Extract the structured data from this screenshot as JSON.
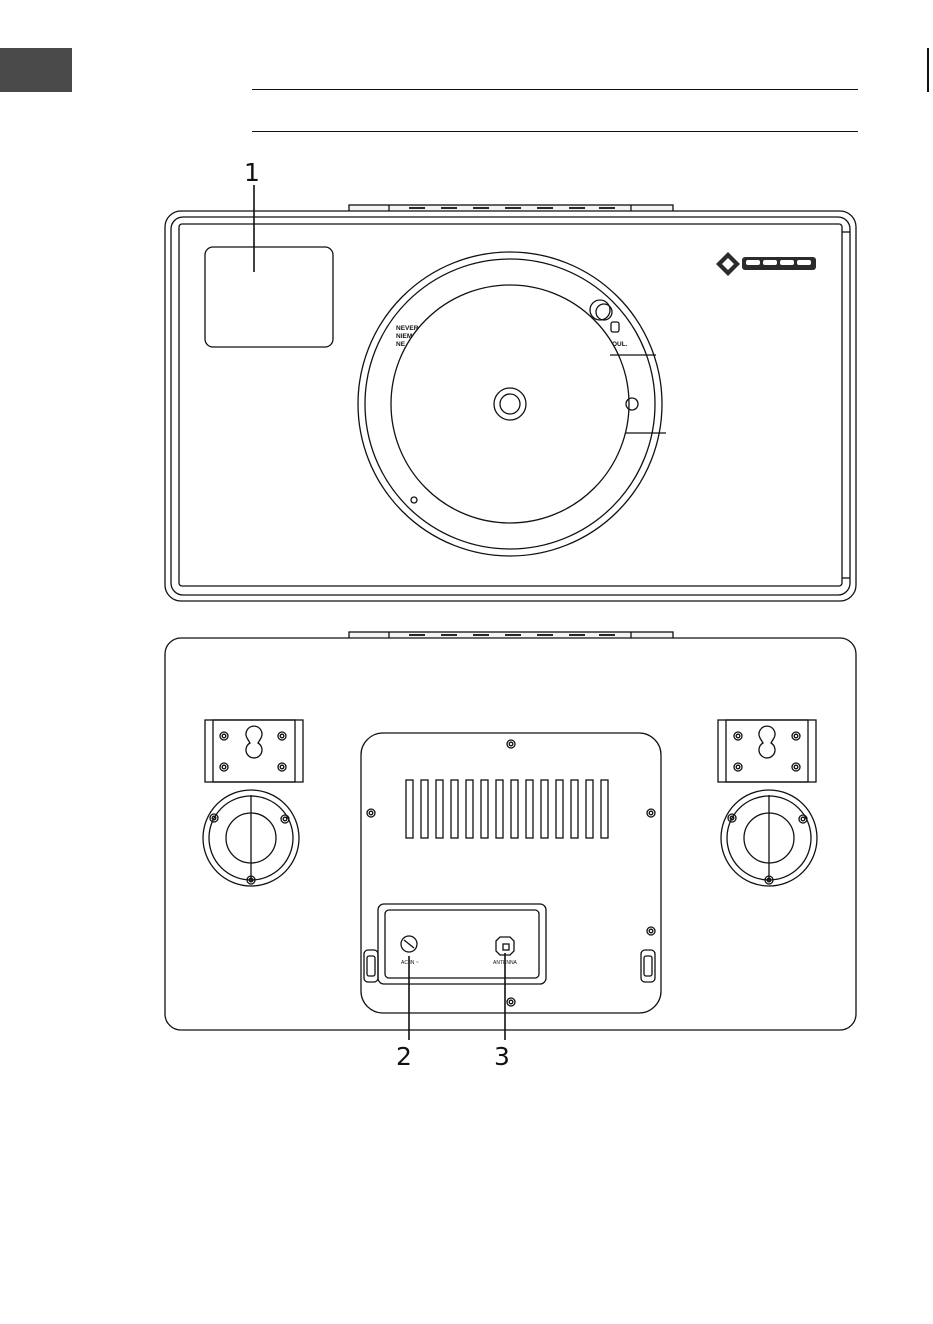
{
  "callouts": {
    "one": "1",
    "two": "2",
    "three": "3"
  },
  "front_panel": {
    "warning_lines": [
      "NEVER",
      "NIEM",
      "NE"
    ],
    "warning_tail": "OUL."
  },
  "back_panel": {
    "ac_in_label": "AC IN ~",
    "antenna_label": "ANTENNA"
  },
  "colors": {
    "lang_tab": "#4a4a4a",
    "line": "#111111",
    "logo_dark": "#2b2b2b"
  }
}
